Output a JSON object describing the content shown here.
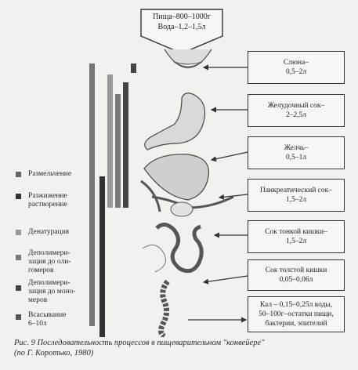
{
  "intake": {
    "line1": "Пища–800–1000г",
    "line2": "Вода–1,2–1,5л"
  },
  "legend": [
    {
      "label": "Размельчение",
      "color": "#666"
    },
    {
      "label": "Разжижение растворение",
      "color": "#333"
    },
    {
      "label": "Денатурация",
      "color": "#999"
    },
    {
      "label": "Деполимери-зация до оли-гомеров",
      "color": "#7a7a7a"
    },
    {
      "label": "Деполимери-зация до моно-меров",
      "color": "#444"
    },
    {
      "label": "Всасывание 6–10л",
      "color": "#555"
    }
  ],
  "secretions": [
    {
      "name": "Слюна–",
      "amount": "0,5–2л"
    },
    {
      "name": "Желудочный сок–",
      "amount": "2–2,5л"
    },
    {
      "name": "Желчь–",
      "amount": "0,5–1л"
    },
    {
      "name": "Панкреатический сок–",
      "amount": "1,5–2л"
    },
    {
      "name": "Сок тонкой кишки–",
      "amount": "1,5–2л"
    },
    {
      "name": "Сок толстой кишки",
      "amount": "0,05–0,06л"
    }
  ],
  "excretion": {
    "line1": "Кал – 0,15–0,25л воды,",
    "line2": "50–100г–остатки пищи,",
    "line3": "бактерии, эпителий"
  },
  "caption": {
    "line1": "Рис. 9  Последовательность процессов в пищеварительном \"конвейере\"",
    "line2": "(по Г. Коротько, 1980)"
  }
}
